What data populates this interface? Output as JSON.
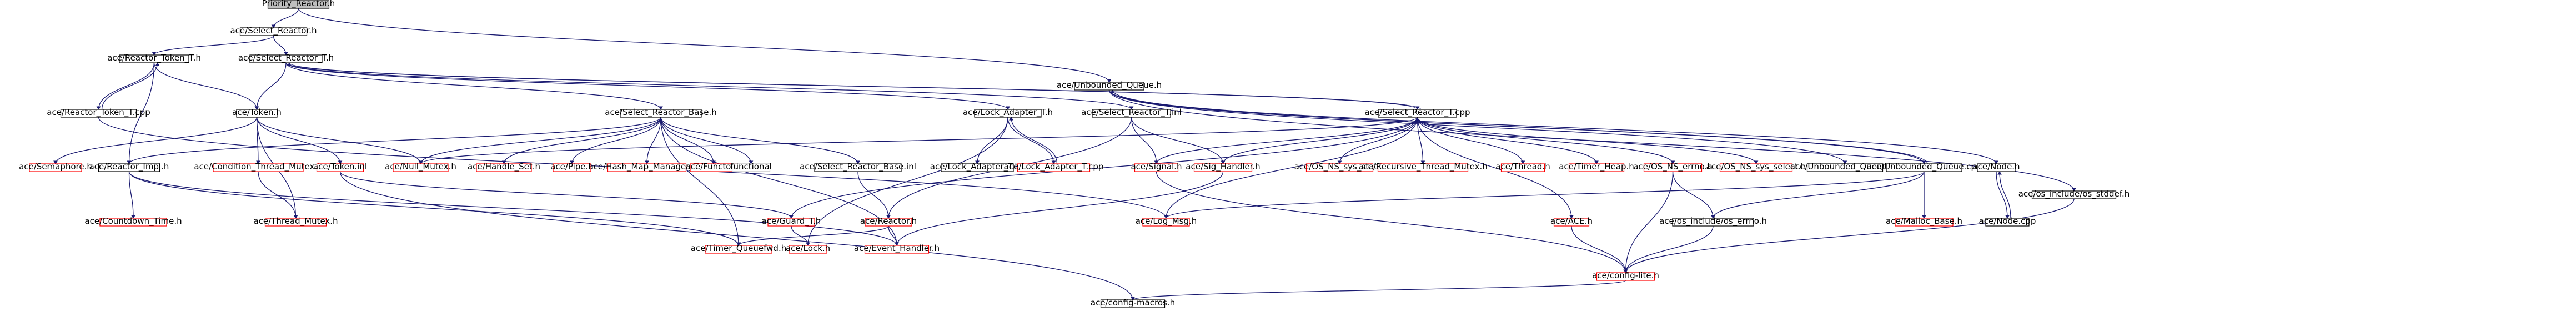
{
  "colors": {
    "root_fill": "#bfbfbf",
    "node_border": "#000000",
    "missing_border": "#ff0000",
    "edge": "#191970",
    "text": "#000000"
  },
  "nodes": [
    {
      "id": "root",
      "label": "Priority_Reactor.h",
      "kind": "root"
    },
    {
      "id": "select_reactor_h",
      "label": "ace/Select_Reactor.h",
      "kind": "normal"
    },
    {
      "id": "reactor_token_t_h",
      "label": "ace/Reactor_Token_T.h",
      "kind": "normal"
    },
    {
      "id": "select_reactor_t_h",
      "label": "ace/Select_Reactor_T.h",
      "kind": "normal"
    },
    {
      "id": "unbounded_queue_h",
      "label": "ace/Unbounded_Queue.h",
      "kind": "normal"
    },
    {
      "id": "reactor_token_t_cpp",
      "label": "ace/Reactor_Token_T.cpp",
      "kind": "normal"
    },
    {
      "id": "token_h",
      "label": "ace/Token.h",
      "kind": "normal"
    },
    {
      "id": "select_reactor_base_h",
      "label": "ace/Select_Reactor_Base.h",
      "kind": "normal"
    },
    {
      "id": "lock_adapter_t_h",
      "label": "ace/Lock_Adapter_T.h",
      "kind": "normal"
    },
    {
      "id": "select_reactor_t_inl",
      "label": "ace/Select_Reactor_T.inl",
      "kind": "normal"
    },
    {
      "id": "select_reactor_t_cpp",
      "label": "ace/Select_Reactor_T.cpp",
      "kind": "normal"
    },
    {
      "id": "semaphore_h",
      "label": "ace/Semaphore.h",
      "kind": "missing"
    },
    {
      "id": "reactor_impl_h",
      "label": "ace/Reactor_Impl.h",
      "kind": "normal"
    },
    {
      "id": "condition_thread_mutex_h",
      "label": "ace/Condition_Thread_Mutex.h",
      "kind": "missing"
    },
    {
      "id": "token_inl",
      "label": "ace/Token.inl",
      "kind": "missing"
    },
    {
      "id": "null_mutex_h",
      "label": "ace/Null_Mutex.h",
      "kind": "missing"
    },
    {
      "id": "handle_set_h",
      "label": "ace/Handle_Set.h",
      "kind": "missing"
    },
    {
      "id": "pipe_h",
      "label": "ace/Pipe.h",
      "kind": "missing"
    },
    {
      "id": "hash_map_manager_t_h",
      "label": "ace/Hash_Map_Manager_T.h",
      "kind": "missing"
    },
    {
      "id": "functor_h",
      "label": "ace/Functor.h",
      "kind": "missing"
    },
    {
      "id": "functional",
      "label": "functional",
      "kind": "plain"
    },
    {
      "id": "select_reactor_base_inl",
      "label": "ace/Select_Reactor_Base.inl",
      "kind": "normal"
    },
    {
      "id": "lock_adapter_t_inl",
      "label": "ace/Lock_Adapter_T.inl",
      "kind": "normal"
    },
    {
      "id": "lock_adapter_t_cpp",
      "label": "ace/Lock_Adapter_T.cpp",
      "kind": "missing"
    },
    {
      "id": "signal_h",
      "label": "ace/Signal.h",
      "kind": "missing"
    },
    {
      "id": "sig_handler_h",
      "label": "ace/Sig_Handler.h",
      "kind": "missing"
    },
    {
      "id": "os_ns_sys_stat_h",
      "label": "ace/OS_NS_sys_stat.h",
      "kind": "missing"
    },
    {
      "id": "recursive_thread_mutex_h",
      "label": "ace/Recursive_Thread_Mutex.h",
      "kind": "missing"
    },
    {
      "id": "thread_h",
      "label": "ace/Thread.h",
      "kind": "missing"
    },
    {
      "id": "timer_heap_h",
      "label": "ace/Timer_Heap.h",
      "kind": "missing"
    },
    {
      "id": "os_ns_errno_h",
      "label": "ace/OS_NS_errno.h",
      "kind": "missing"
    },
    {
      "id": "os_ns_sys_select_h",
      "label": "ace/OS_NS_sys_select.h",
      "kind": "missing"
    },
    {
      "id": "unbounded_queue_inl",
      "label": "ace/Unbounded_Queue.inl",
      "kind": "normal"
    },
    {
      "id": "unbounded_queue_cpp",
      "label": "ace/Unbounded_Queue.cpp",
      "kind": "normal"
    },
    {
      "id": "node_h",
      "label": "ace/Node.h",
      "kind": "normal"
    },
    {
      "id": "os_include_os_stddef_h",
      "label": "ace/os_include/os_stddef.h",
      "kind": "normal"
    },
    {
      "id": "countdown_time_h",
      "label": "ace/Countdown_Time.h",
      "kind": "missing"
    },
    {
      "id": "thread_mutex_h",
      "label": "ace/Thread_Mutex.h",
      "kind": "missing"
    },
    {
      "id": "guard_t_h",
      "label": "ace/Guard_T.h",
      "kind": "missing"
    },
    {
      "id": "reactor_h",
      "label": "ace/Reactor.h",
      "kind": "missing"
    },
    {
      "id": "log_msg_h",
      "label": "ace/Log_Msg.h",
      "kind": "missing"
    },
    {
      "id": "ace_h",
      "label": "ace/ACE.h",
      "kind": "missing"
    },
    {
      "id": "os_include_os_errno_h",
      "label": "ace/os_include/os_errno.h",
      "kind": "normal"
    },
    {
      "id": "malloc_base_h",
      "label": "ace/Malloc_Base.h",
      "kind": "missing"
    },
    {
      "id": "node_cpp",
      "label": "ace/Node.cpp",
      "kind": "normal"
    },
    {
      "id": "timer_queuefwd_h",
      "label": "ace/Timer_Queuefwd.h",
      "kind": "missing"
    },
    {
      "id": "lock_h",
      "label": "ace/Lock.h",
      "kind": "missing"
    },
    {
      "id": "event_handler_h",
      "label": "ace/Event_Handler.h",
      "kind": "missing"
    },
    {
      "id": "config_lite_h",
      "label": "ace/config-lite.h",
      "kind": "missing"
    },
    {
      "id": "config_macros_h",
      "label": "ace/config-macros.h",
      "kind": "normal"
    }
  ],
  "edges": [
    [
      "root",
      "select_reactor_h"
    ],
    [
      "root",
      "unbounded_queue_h"
    ],
    [
      "select_reactor_h",
      "reactor_token_t_h"
    ],
    [
      "select_reactor_h",
      "select_reactor_t_h"
    ],
    [
      "reactor_token_t_h",
      "reactor_token_t_cpp"
    ],
    [
      "reactor_token_t_h",
      "token_h"
    ],
    [
      "reactor_token_t_h",
      "reactor_impl_h"
    ],
    [
      "reactor_token_t_cpp",
      "reactor_token_t_h"
    ],
    [
      "reactor_token_t_cpp",
      "log_msg_h"
    ],
    [
      "select_reactor_t_h",
      "select_reactor_base_h"
    ],
    [
      "select_reactor_t_h",
      "lock_adapter_t_h"
    ],
    [
      "select_reactor_t_h",
      "select_reactor_t_inl"
    ],
    [
      "select_reactor_t_h",
      "select_reactor_t_cpp"
    ],
    [
      "select_reactor_t_h",
      "token_h"
    ],
    [
      "select_reactor_t_cpp",
      "select_reactor_t_h"
    ],
    [
      "select_reactor_t_cpp",
      "guard_t_h"
    ],
    [
      "select_reactor_t_cpp",
      "null_mutex_h"
    ],
    [
      "select_reactor_t_cpp",
      "log_msg_h"
    ],
    [
      "select_reactor_t_cpp",
      "signal_h"
    ],
    [
      "select_reactor_t_cpp",
      "sig_handler_h"
    ],
    [
      "select_reactor_t_cpp",
      "os_ns_sys_stat_h"
    ],
    [
      "select_reactor_t_cpp",
      "recursive_thread_mutex_h"
    ],
    [
      "select_reactor_t_cpp",
      "thread_h"
    ],
    [
      "select_reactor_t_cpp",
      "timer_heap_h"
    ],
    [
      "select_reactor_t_cpp",
      "os_ns_errno_h"
    ],
    [
      "select_reactor_t_cpp",
      "os_ns_sys_select_h"
    ],
    [
      "select_reactor_t_cpp",
      "ace_h"
    ],
    [
      "token_h",
      "semaphore_h"
    ],
    [
      "token_h",
      "condition_thread_mutex_h"
    ],
    [
      "token_h",
      "token_inl"
    ],
    [
      "token_h",
      "null_mutex_h"
    ],
    [
      "token_h",
      "thread_mutex_h"
    ],
    [
      "reactor_impl_h",
      "countdown_time_h"
    ],
    [
      "reactor_impl_h",
      "timer_queuefwd_h"
    ],
    [
      "reactor_impl_h",
      "event_handler_h"
    ],
    [
      "condition_thread_mutex_h",
      "thread_mutex_h"
    ],
    [
      "token_inl",
      "guard_t_h"
    ],
    [
      "token_inl",
      "config_macros_h"
    ],
    [
      "select_reactor_base_h",
      "handle_set_h"
    ],
    [
      "select_reactor_base_h",
      "pipe_h"
    ],
    [
      "select_reactor_base_h",
      "hash_map_manager_t_h"
    ],
    [
      "select_reactor_base_h",
      "functor_h"
    ],
    [
      "select_reactor_base_h",
      "functional"
    ],
    [
      "select_reactor_base_h",
      "select_reactor_base_inl"
    ],
    [
      "select_reactor_base_h",
      "reactor_impl_h"
    ],
    [
      "select_reactor_base_h",
      "null_mutex_h"
    ],
    [
      "select_reactor_base_h",
      "timer_queuefwd_h"
    ],
    [
      "select_reactor_base_h",
      "event_handler_h"
    ],
    [
      "select_reactor_base_inl",
      "reactor_h"
    ],
    [
      "reactor_h",
      "timer_queuefwd_h"
    ],
    [
      "reactor_h",
      "event_handler_h"
    ],
    [
      "lock_adapter_t_h",
      "lock_adapter_t_inl"
    ],
    [
      "lock_adapter_t_h",
      "lock_adapter_t_cpp"
    ],
    [
      "lock_adapter_t_h",
      "lock_h"
    ],
    [
      "lock_adapter_t_cpp",
      "lock_adapter_t_h"
    ],
    [
      "select_reactor_t_inl",
      "signal_h"
    ],
    [
      "select_reactor_t_inl",
      "sig_handler_h"
    ],
    [
      "select_reactor_t_inl",
      "reactor_h"
    ],
    [
      "sig_handler_h",
      "event_handler_h"
    ],
    [
      "guard_t_h",
      "lock_h"
    ],
    [
      "ace_h",
      "config_lite_h"
    ],
    [
      "os_ns_errno_h",
      "os_include_os_errno_h"
    ],
    [
      "os_ns_errno_h",
      "config_lite_h"
    ],
    [
      "os_include_os_errno_h",
      "config_lite_h"
    ],
    [
      "signal_h",
      "config_lite_h"
    ],
    [
      "config_lite_h",
      "config_macros_h"
    ],
    [
      "unbounded_queue_h",
      "unbounded_queue_inl"
    ],
    [
      "unbounded_queue_h",
      "unbounded_queue_cpp"
    ],
    [
      "unbounded_queue_h",
      "node_h"
    ],
    [
      "unbounded_queue_h",
      "os_include_os_stddef_h"
    ],
    [
      "unbounded_queue_cpp",
      "unbounded_queue_h"
    ],
    [
      "unbounded_queue_cpp",
      "malloc_base_h"
    ],
    [
      "unbounded_queue_cpp",
      "log_msg_h"
    ],
    [
      "unbounded_queue_cpp",
      "os_include_os_errno_h"
    ],
    [
      "node_h",
      "node_cpp"
    ],
    [
      "node_cpp",
      "node_h"
    ],
    [
      "os_include_os_stddef_h",
      "config_lite_h"
    ]
  ]
}
